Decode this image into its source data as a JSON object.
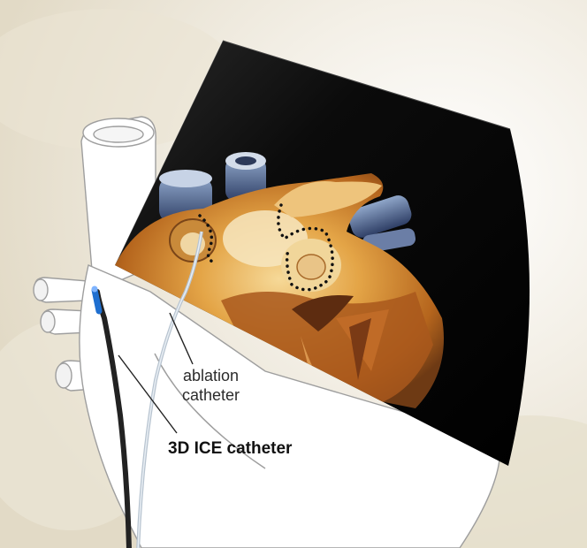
{
  "labels": {
    "ablation_line1": "ablation",
    "ablation_line2": "catheter",
    "ice_catheter": "3D ICE catheter"
  },
  "colors": {
    "background_wash": "#ece6d6",
    "ultrasound_sector": "#000000",
    "tissue_warm": "#d98a2a",
    "tissue_highlight": "#f3cf7a",
    "ice_catheter_shaft": "#2a2a2a",
    "ice_catheter_tip": "#1f6fd0",
    "ablation_catheter": "#b8c4d0",
    "outline_sketch": "#a9a9a9"
  }
}
